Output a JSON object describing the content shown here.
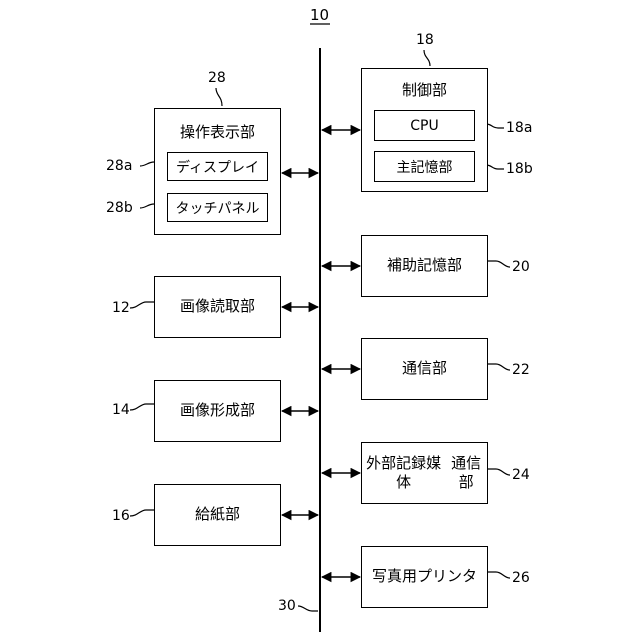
{
  "system": {
    "ref": "10"
  },
  "bus": {
    "ref": "30"
  },
  "blocks": {
    "control": {
      "label": "制御部",
      "ref": "18",
      "cpu": {
        "label": "CPU",
        "ref": "18a"
      },
      "main_memory": {
        "label": "主記憶部",
        "ref": "18b"
      }
    },
    "operation_display": {
      "label": "操作表示部",
      "ref": "28",
      "display": {
        "label": "ディスプレイ",
        "ref": "28a"
      },
      "touch_panel": {
        "label": "タッチパネル",
        "ref": "28b"
      }
    },
    "aux_storage": {
      "label": "補助記憶部",
      "ref": "20"
    },
    "image_reading": {
      "label": "画像読取部",
      "ref": "12"
    },
    "communication": {
      "label": "通信部",
      "ref": "22"
    },
    "image_forming": {
      "label": "画像形成部",
      "ref": "14"
    },
    "external_media": {
      "label_line1": "外部記録媒体",
      "label_line2": "通信部",
      "ref": "24"
    },
    "paper_feed": {
      "label": "給紙部",
      "ref": "16"
    },
    "photo_printer": {
      "label": "写真用プリンタ",
      "ref": "26"
    }
  }
}
